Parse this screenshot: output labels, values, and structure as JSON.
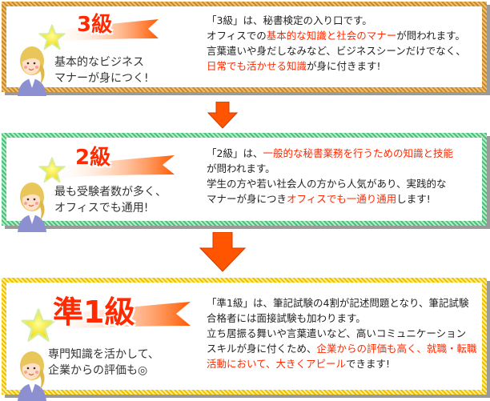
{
  "colors": {
    "accent_red": "#ff2a00",
    "arrow": "#ff5500"
  },
  "levels": [
    {
      "grade": "3級",
      "tagline": "基本的なビジネス\nマナーが身につく!",
      "lines": [
        [
          {
            "t": "「3級」は、秘書検定の入り口です。"
          }
        ],
        [
          {
            "t": "オフィスでの"
          },
          {
            "t": "基本的な知識と社会のマナー",
            "red": true
          },
          {
            "t": "が問われます。"
          }
        ],
        [
          {
            "t": "言葉遣いや身だしなみなど、ビジネスシーンだけでなく、"
          }
        ],
        [
          {
            "t": "日常でも活かせる知識",
            "red": true
          },
          {
            "t": "が身に付きます!"
          }
        ]
      ]
    },
    {
      "grade": "2級",
      "tagline": "最も受験者数が多く、\nオフィスでも通用!",
      "lines": [
        [
          {
            "t": "「2級」は、"
          },
          {
            "t": "一般的な秘書業務を行うための知識と技能",
            "red": true
          }
        ],
        [
          {
            "t": "が問われます。"
          }
        ],
        [
          {
            "t": "学生の方や若い社会人の方から人気があり、実践的な"
          }
        ],
        [
          {
            "t": "マナーが身につき"
          },
          {
            "t": "オフィスでも一通り通用",
            "red": true
          },
          {
            "t": "します!"
          }
        ]
      ]
    },
    {
      "grade": "準1級",
      "tagline": "専門知識を活かして、\n企業からの評価も◎",
      "lines": [
        [
          {
            "t": "「準1級」は、筆記試験の4割が記述問題となり、筆記試験"
          }
        ],
        [
          {
            "t": "合格者には面接試験も加わります。"
          }
        ],
        [
          {
            "t": " "
          }
        ],
        [
          {
            "t": "立ち居振る舞いや言葉遣いなど、高いコミュニケーション"
          }
        ],
        [
          {
            "t": "スキルが身に付くため、"
          },
          {
            "t": "企業からの評価も高く、就職・転職",
            "red": true
          }
        ],
        [
          {
            "t": "活動において、大きくアピール",
            "red": true
          },
          {
            "t": "できます!"
          }
        ]
      ]
    }
  ]
}
